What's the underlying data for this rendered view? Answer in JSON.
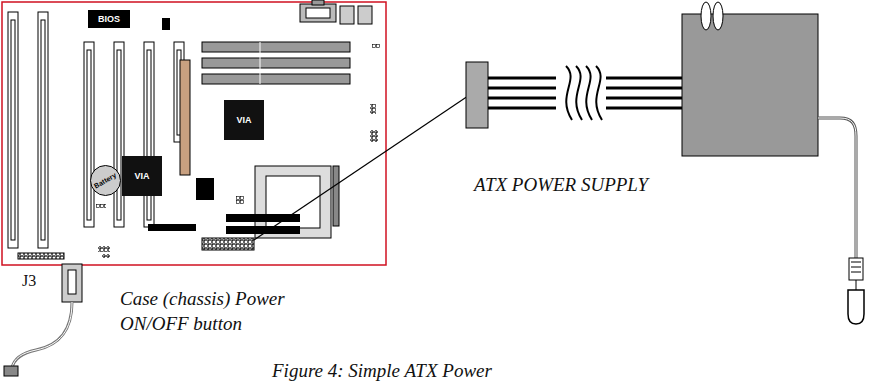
{
  "diagram": {
    "caption": "Figure 4: Simple ATX Power",
    "nodes": [
      {
        "text": [
          "BIOS"
        ]
      },
      {
        "text": [
          "VIA"
        ]
      },
      {
        "text": [
          "Battery"
        ]
      },
      {
        "text": [
          "VIA"
        ]
      }
    ],
    "labels": [
      "ATX POWER SUPPLY",
      "J3",
      "Case (chassis) Power ON/OFF button"
    ]
  }
}
